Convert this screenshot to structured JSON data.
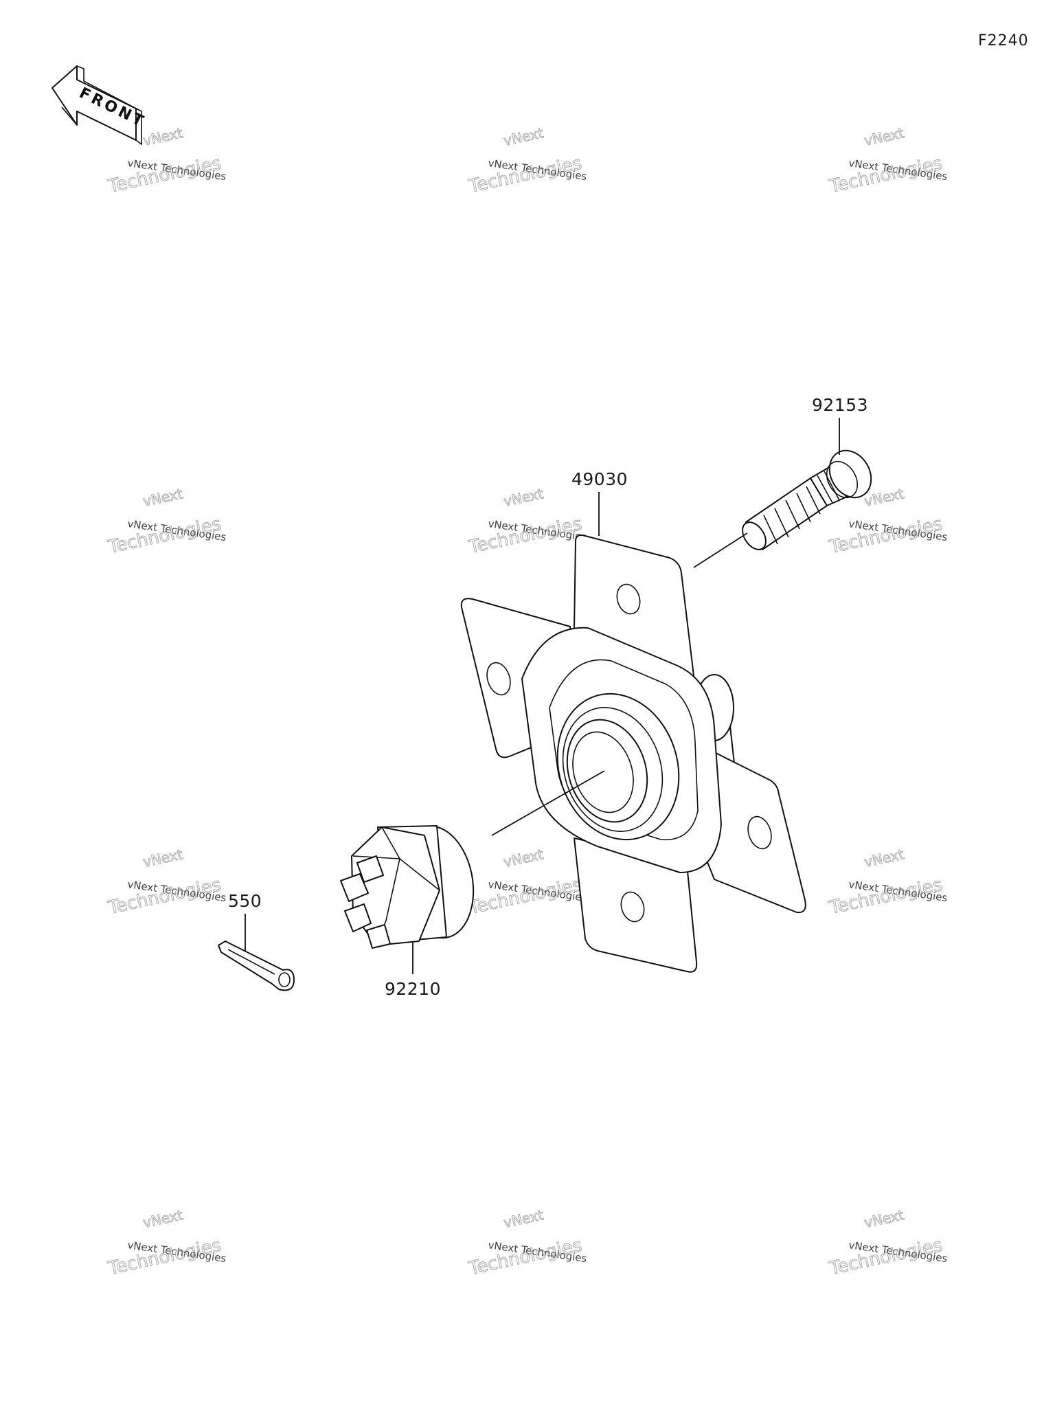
{
  "figure_code": "F2240",
  "front_indicator": "FRONT",
  "watermark": {
    "line_small": "vNext Technologies",
    "line_large": "Technologies",
    "line_top": "vNext"
  },
  "parts": [
    {
      "ref": "92153",
      "name_icon": "wheel-stud"
    },
    {
      "ref": "49030",
      "name_icon": "wheel-hub"
    },
    {
      "ref": "550",
      "name_icon": "cotter-pin"
    },
    {
      "ref": "92210",
      "name_icon": "castle-nut"
    }
  ]
}
